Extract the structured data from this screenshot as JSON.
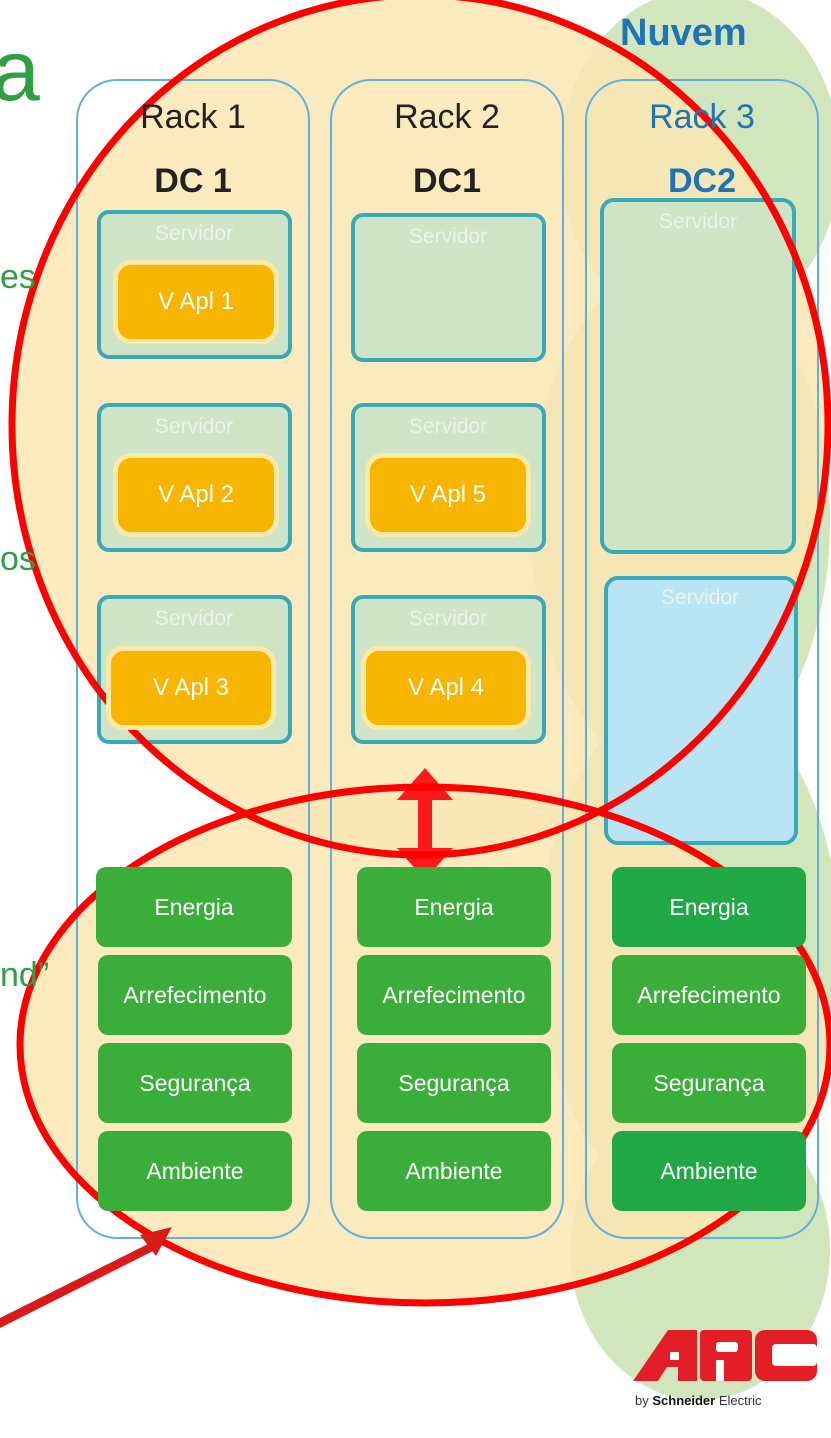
{
  "heading": "Nuvem",
  "left_fragments": {
    "a": "a",
    "es": "es",
    "os": "os",
    "nd": "nd”"
  },
  "racks": [
    {
      "title": "Rack 1",
      "dc": "DC 1",
      "servers": [
        {
          "label": "Servidor",
          "vm": "V Apl 1"
        },
        {
          "label": "Servidor",
          "vm": "V Apl 2"
        },
        {
          "label": "Servidor",
          "vm": "V Apl 3"
        }
      ]
    },
    {
      "title": "Rack 2",
      "dc": "DC1",
      "servers": [
        {
          "label": "Servidor",
          "vm": ""
        },
        {
          "label": "Servidor",
          "vm": "V Apl 5"
        },
        {
          "label": "Servidor",
          "vm": "V Apl 4"
        }
      ]
    },
    {
      "title": "Rack 3",
      "dc": "DC2",
      "servers": [
        {
          "label": "Servidor",
          "vm": ""
        },
        {
          "label": "Servidor",
          "vm": ""
        }
      ]
    }
  ],
  "infrastructure": [
    "Energia",
    "Arrefecimento",
    "Segurança",
    "Ambiente"
  ],
  "logo": {
    "text": "APC",
    "tagline_prefix": "by",
    "tagline_brand": "Schneider",
    "tagline_suffix": "Electric"
  },
  "colors": {
    "accent_blue": "#1f73b7",
    "server_green": "#cfe3c6",
    "vm_orange": "#f7b500",
    "infra_green": "#3aad3a",
    "highlight_red": "#ff0000"
  }
}
